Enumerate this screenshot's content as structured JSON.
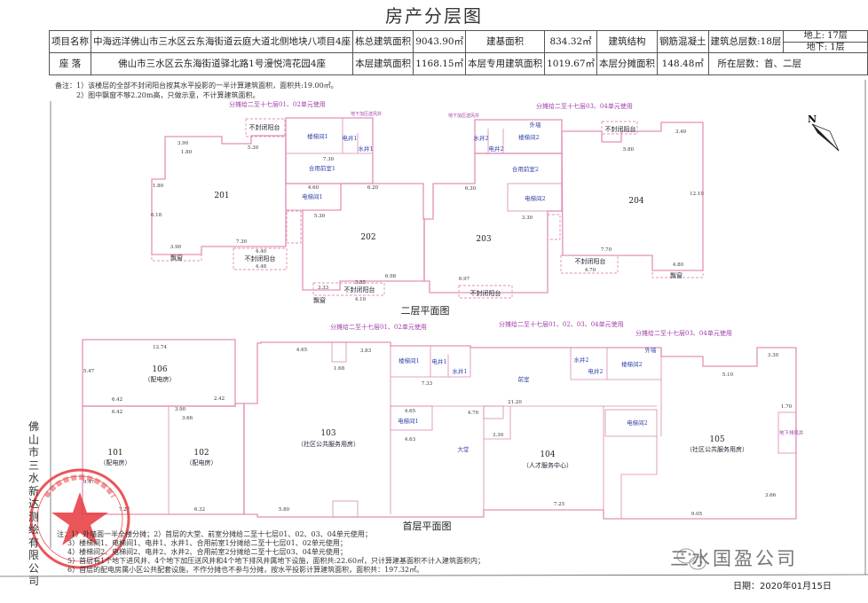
{
  "title": "房产分层图",
  "info": {
    "project_label": "项目名称",
    "project_value": "中海远洋佛山市三水区云东海街道云庭大道北侧地块八项目4座",
    "total_area_label": "栋总建筑面积",
    "total_area_value": "9043.90㎡",
    "base_area_label": "建基面积",
    "base_area_value": "834.32㎡",
    "structure_label": "建筑结构",
    "structure_value": "钢筋混凝土",
    "total_floors": "建筑总层数:18层",
    "above_ground": "地上:  17层",
    "below_ground": "地下:  1层",
    "location_label": "座 落",
    "location_value": "佛山市三水区云东海街道驿北路1号漫悦湾花园4座",
    "floor_area_label": "本层建筑面积",
    "floor_area_value": "1168.15㎡",
    "exclusive_area_label": "本层专用建筑面积",
    "exclusive_area_value": "1019.67㎡",
    "shared_area_label": "本层分摊面积",
    "shared_area_value": "148.48㎡",
    "floors_located": "所在层数：首、二层"
  },
  "remarks": [
    "备注：1）该楼层的全部不封闭阳台按其水平投影的一半计算建筑面积，面积共:19.00㎡。",
    "2）图中飘窗不够2.20m高，只做示意，不计算建筑面积。"
  ],
  "north": "N",
  "second_floor": {
    "title": "二层平面图",
    "alloc_a": "分摊给二至十七层01、02单元使用",
    "alloc_b": "分摊给二至十七层03、04单元使用",
    "rooms": [
      "201",
      "202",
      "203",
      "204"
    ],
    "core": [
      "楼梯间1",
      "电井1",
      "水井1",
      "合用前室1",
      "电梯间1",
      "楼梯间2",
      "电井2",
      "水井2",
      "合用前室2",
      "电梯间2",
      "外墙"
    ],
    "balcony": "不封闭阳台",
    "bay_window": "飘窗",
    "shaft": "地下加压送风井",
    "dims": [
      "3.90",
      "1.80",
      "5.30",
      "1.80",
      "6.18",
      "7.30",
      "3.90",
      "4.40",
      "4.48",
      "7.30",
      "4.60",
      "6.20",
      "5.30",
      "6.98",
      "3.33",
      "3.85",
      "4.10",
      "6.30",
      "6.97",
      "3.30",
      "5.80",
      "3.40",
      "12.10",
      "7.70",
      "4.70",
      "4.80"
    ]
  },
  "first_floor": {
    "title": "首层平面图",
    "alloc_a": "分摊给二至十七层01、02单元使用",
    "alloc_all": "分摊给二至十七层01、02、03、04单元使用",
    "alloc_b": "分摊给二至十七层03、04单元使用",
    "rooms": [
      {
        "no": "106",
        "use": "（配电房）"
      },
      {
        "no": "101",
        "use": "（配电房）"
      },
      {
        "no": "102",
        "use": "（配电房）"
      },
      {
        "no": "103",
        "use": "（社区公共服务用房）"
      },
      {
        "no": "104",
        "use": "（人才服务中心）"
      },
      {
        "no": "105",
        "use": "（社区公共服务用房）"
      }
    ],
    "core": [
      "楼梯间1",
      "电井1",
      "水井1",
      "电梯间1",
      "前室",
      "大堂",
      "水井2",
      "电井2",
      "楼梯间2",
      "电梯间2",
      "外墙"
    ],
    "shaft": "地下排风井",
    "dims": [
      "12.74",
      "5.47",
      "6.42",
      "6.42",
      "3.90",
      "3.66",
      "2.42",
      "9.47",
      "7.27",
      "6.32",
      "4.65",
      "1.68",
      "3.83",
      "7.33",
      "21.20",
      "4.70",
      "4.65",
      "4.63",
      "5.80",
      "3.30",
      "7.25",
      "5.10",
      "9.05",
      "3.66",
      "3.30",
      "1.70"
    ]
  },
  "notes": [
    "注：1）外墙面一半全楼分摊；2）首层的大堂、前室分摊给二至十七层01、02、03、04单元使用；",
    "3）楼梯间1、电梯间1、电井1、水井1、合用前室1分摊给二至十七层01、02单元使用；",
    "4）楼梯间2、电梯间2、电井2、水井2、合用前室2分摊给二至十七层03、04单元使用；",
    "5）首层有1个地下进风井、4个地下加压送风井和4个地下排风井属地下设施，面积共:22.60㎡，只计算建基面积不计入建筑面积内；",
    "6）首层的配电房属小区公共配套设施，不作分摊也不参与分摊，按水平投影计算建筑面积，面积共：197.32㎡。"
  ],
  "company": "佛山市三水新达测绘有限公司",
  "seal_text": "佛山市三水新达测绘有限公司",
  "watermark": "三水国盈公司",
  "date": "日期：2020年01月15日",
  "colors": {
    "plan_line": "#e490b8",
    "seal": "#e8383d",
    "annotation": "#a040a8",
    "core_label": "#3344aa"
  }
}
